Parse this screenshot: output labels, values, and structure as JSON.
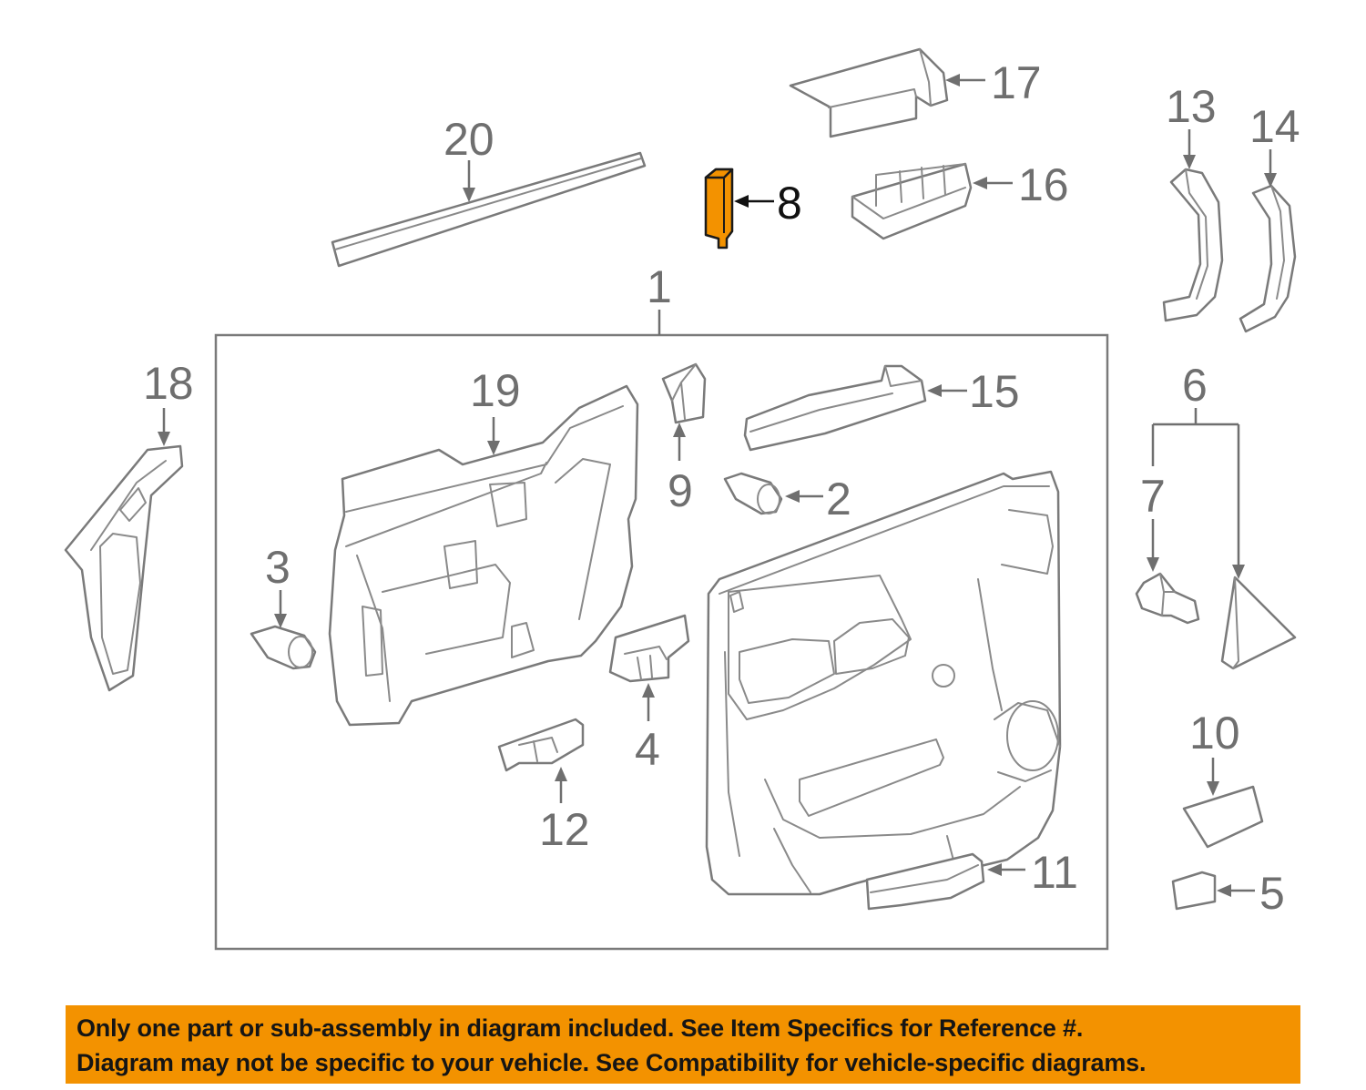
{
  "callouts": {
    "c1": "1",
    "c2": "2",
    "c3": "3",
    "c4": "4",
    "c5": "5",
    "c6": "6",
    "c7": "7",
    "c8": "8",
    "c9": "9",
    "c10": "10",
    "c11": "11",
    "c12": "12",
    "c13": "13",
    "c14": "14",
    "c15": "15",
    "c16": "16",
    "c17": "17",
    "c18": "18",
    "c19": "19",
    "c20": "20"
  },
  "highlighted_part": "8",
  "colors": {
    "highlight": "#f39200",
    "line": "#7a7a7a",
    "banner": "#f39200"
  },
  "disclaimer": {
    "line1": "Only one part or sub-assembly in diagram included. See Item Specifics for Reference #.",
    "line2": "Diagram may not be specific to your vehicle. See Compatibility for vehicle-specific diagrams."
  }
}
